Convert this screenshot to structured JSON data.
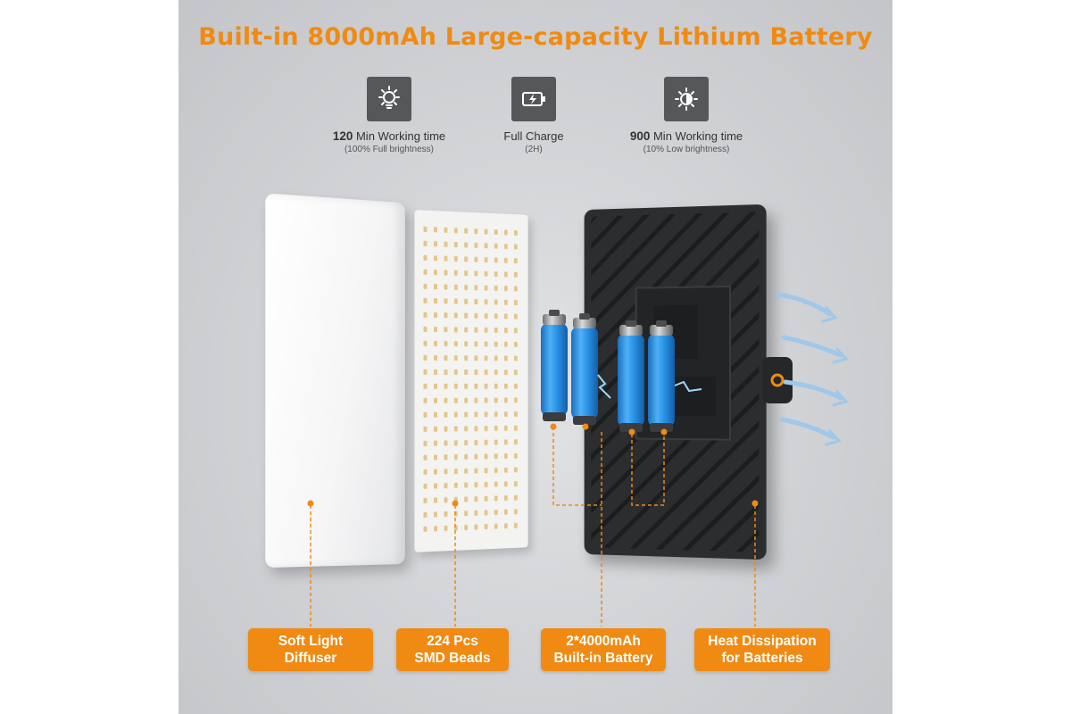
{
  "title": "Built-in 8000mAh Large-capacity Lithium Battery",
  "features": [
    {
      "icon": "bright-bulb-icon",
      "strong": "120",
      "text": " Min Working time",
      "sub": "(100% Full brightness)"
    },
    {
      "icon": "battery-charging-icon",
      "strong": "",
      "text": "Full Charge",
      "sub": "(2H)"
    },
    {
      "icon": "dim-bulb-icon",
      "strong": "900",
      "text": " Min Working time",
      "sub": "(10% Low brightness)"
    }
  ],
  "labels": [
    {
      "line1": "Soft Light",
      "line2": "Diffuser"
    },
    {
      "line1": "224 Pcs",
      "line2": "SMD Beads"
    },
    {
      "line1": "2*4000mAh",
      "line2": "Built-in Battery"
    },
    {
      "line1": "Heat Dissipation",
      "line2": "for Batteries"
    }
  ],
  "colors": {
    "accent": "#f08a12",
    "icon_bg": "#555759",
    "battery": "#2a93e6"
  }
}
